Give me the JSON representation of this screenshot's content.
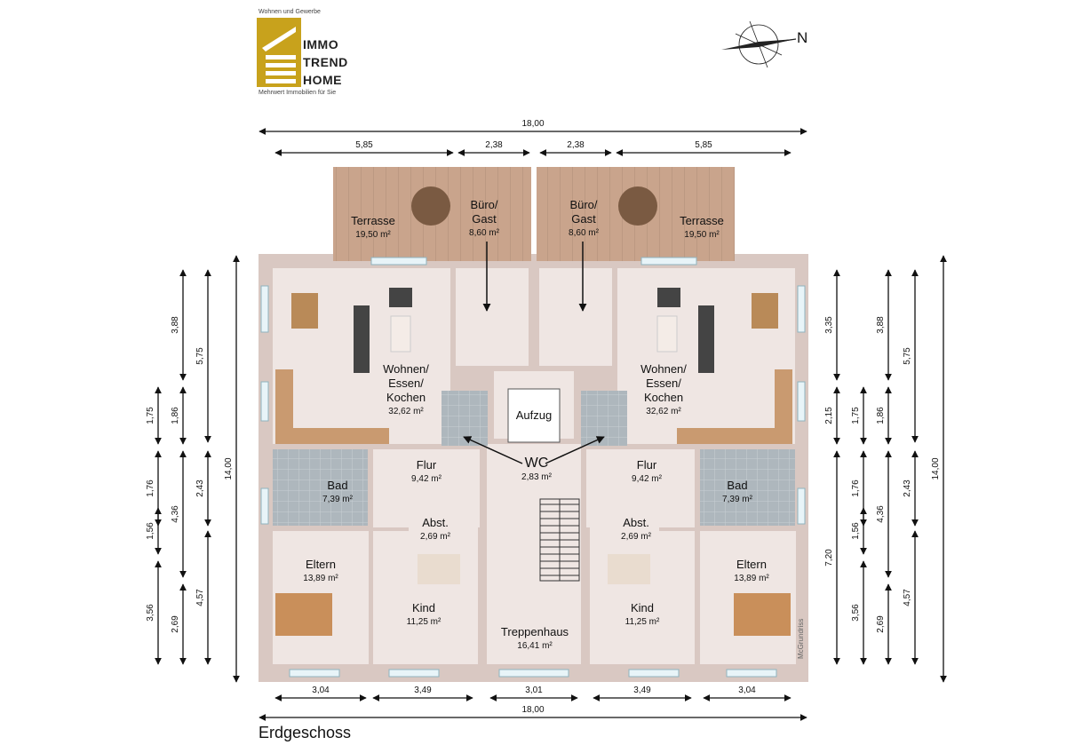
{
  "logo": {
    "tagline_top": "Wohnen und Gewerbe",
    "line1": "IMMO",
    "line2": "TREND",
    "line3": "HOME",
    "tagline_bottom": "Mehrwert Immobilien für Sie",
    "color": "#c8a21c"
  },
  "compass": {
    "label": "N"
  },
  "floor_label": "Erdgeschoss",
  "watermark": "McGrundriss",
  "colors": {
    "wall": "#d9c8c2",
    "floor": "#efe6e3",
    "tile": "#aeb7bd",
    "wood": "#c9a48c",
    "dim": "#111111"
  },
  "dimensions": {
    "top_total": "18,00",
    "top_segments": [
      "5,85",
      "2,38",
      "2,38",
      "5,85"
    ],
    "bottom_segments": [
      "3,04",
      "3,49",
      "3,01",
      "3,49",
      "3,04"
    ],
    "bottom_total": "18,00",
    "left_outer": [
      "3,88",
      "5,75",
      "1,75",
      "1,86",
      "1,76",
      "2,43",
      "4,36",
      "1,56",
      "3,56",
      "2,69",
      "4,57"
    ],
    "left_total": "14,00",
    "right_inner": [
      "3,35",
      "2,15",
      "7,20"
    ],
    "right_outer": [
      "3,88",
      "5,75",
      "1,75",
      "1,86",
      "1,76",
      "2,43",
      "4,36",
      "1,56",
      "3,56",
      "2,69",
      "4,57"
    ],
    "right_total": "14,00"
  },
  "rooms": {
    "terrasse_l": {
      "name": "Terrasse",
      "area": "19,50 m²"
    },
    "buero_l": {
      "name1": "Büro/",
      "name2": "Gast",
      "area": "8,60 m²"
    },
    "buero_r": {
      "name1": "Büro/",
      "name2": "Gast",
      "area": "8,60 m²"
    },
    "terrasse_r": {
      "name": "Terrasse",
      "area": "19,50 m²"
    },
    "wohnen_l": {
      "name1": "Wohnen/",
      "name2": "Essen/",
      "name3": "Kochen",
      "area": "32,62 m²"
    },
    "wohnen_r": {
      "name1": "Wohnen/",
      "name2": "Essen/",
      "name3": "Kochen",
      "area": "32,62 m²"
    },
    "aufzug": {
      "name": "Aufzug"
    },
    "wc": {
      "name": "WC",
      "area": "2,83 m²"
    },
    "flur_l": {
      "name": "Flur",
      "area": "9,42 m²"
    },
    "flur_r": {
      "name": "Flur",
      "area": "9,42 m²"
    },
    "bad_l": {
      "name": "Bad",
      "area": "7,39 m²"
    },
    "bad_r": {
      "name": "Bad",
      "area": "7,39 m²"
    },
    "abst_l": {
      "name": "Abst.",
      "area": "2,69 m²"
    },
    "abst_r": {
      "name": "Abst.",
      "area": "2,69 m²"
    },
    "eltern_l": {
      "name": "Eltern",
      "area": "13,89 m²"
    },
    "eltern_r": {
      "name": "Eltern",
      "area": "13,89 m²"
    },
    "kind_l": {
      "name": "Kind",
      "area": "11,25 m²"
    },
    "kind_r": {
      "name": "Kind",
      "area": "11,25 m²"
    },
    "treppenhaus": {
      "name": "Treppenhaus",
      "area": "16,41 m²"
    }
  }
}
